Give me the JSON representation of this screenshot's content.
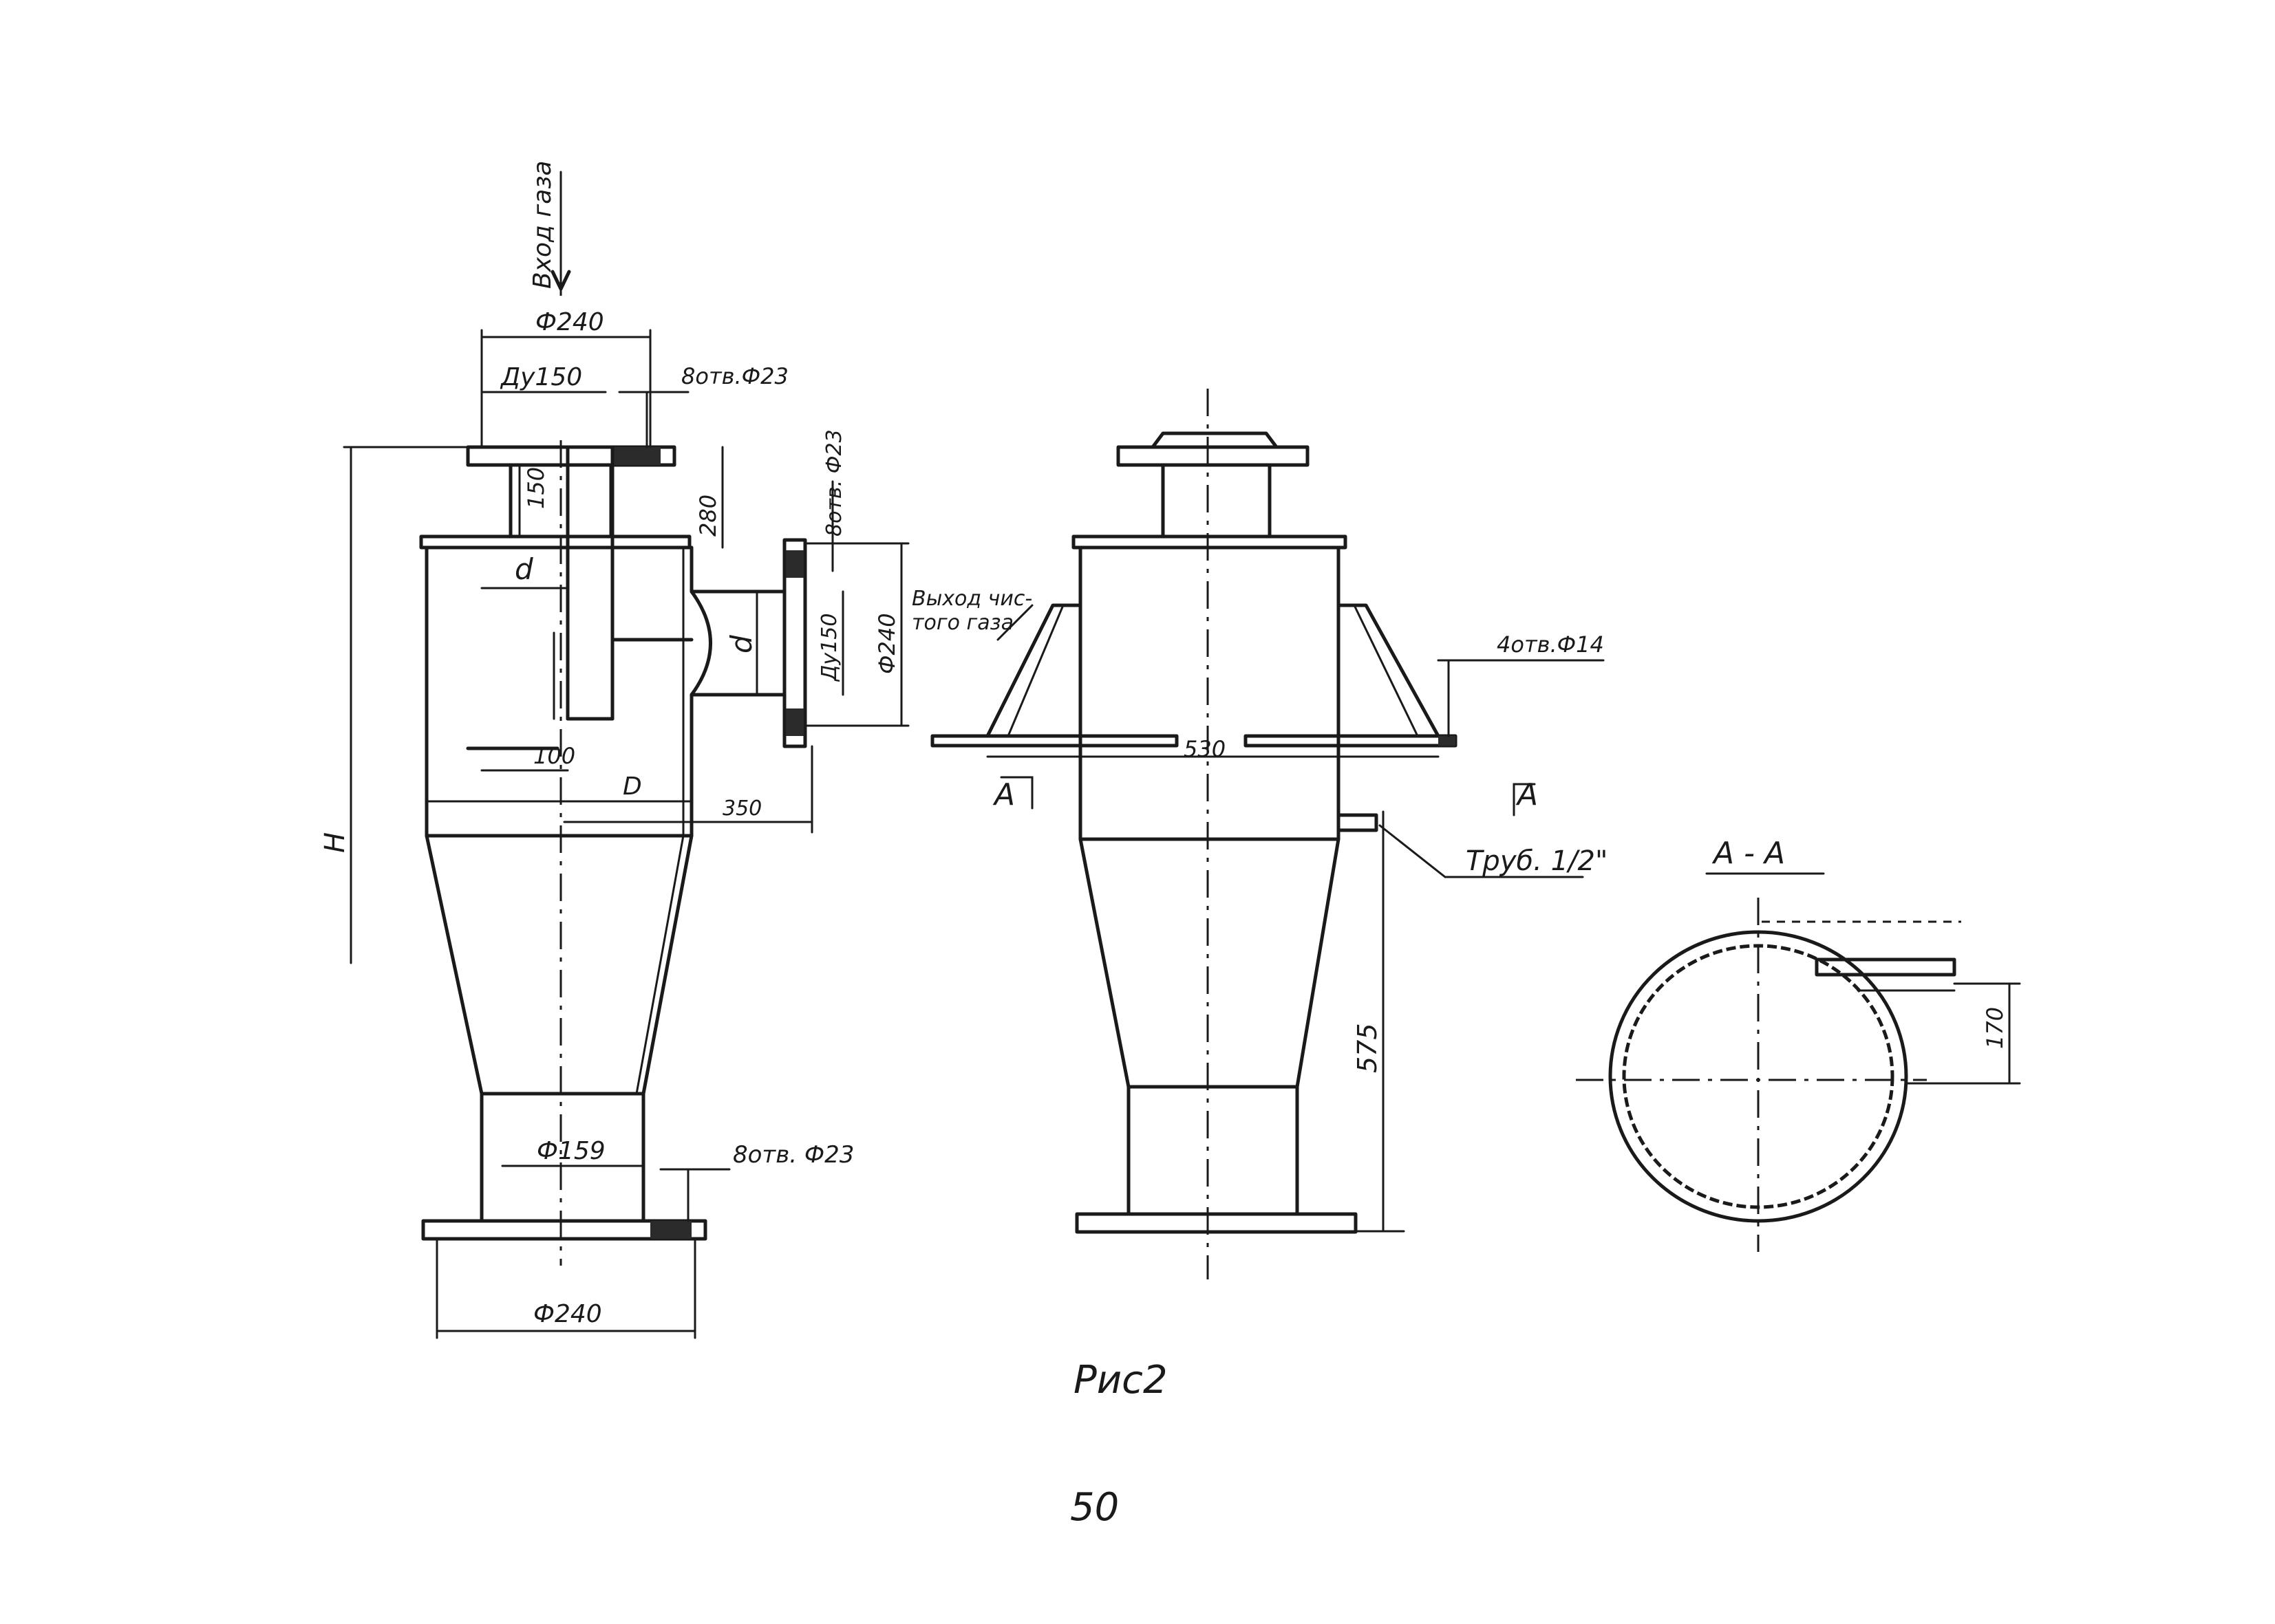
{
  "figure_caption": "Рис2",
  "page_number": "50",
  "labels": {
    "gas_inlet": "Вход газа",
    "d240_top": "Ф240",
    "du150_top": "Ду150",
    "holes_top": "8отв.Ф23",
    "dim_150": "150",
    "dim_d1": "d",
    "dim_280": "280",
    "holes_outlet": "8отв. Ф23",
    "gas_outlet_line1": "Выход чис-",
    "gas_outlet_line2": "того газа",
    "dim_d2": "d",
    "du150_side": "Ду150",
    "d240_side": "Ф240",
    "dim_100": "100",
    "dim_D": "D",
    "dim_350": "350",
    "dim_H": "H",
    "d159": "Ф159",
    "holes_bottom": "8отв. Ф23",
    "d240_bottom": "Ф240",
    "dim_530": "530",
    "section_mark_left": "А",
    "section_mark_right": "А",
    "holes_lug": "4отв.Ф14",
    "pipe": "Труб. 1/2\"",
    "dim_575": "575",
    "section_title": "А - А",
    "dim_170": "170"
  }
}
